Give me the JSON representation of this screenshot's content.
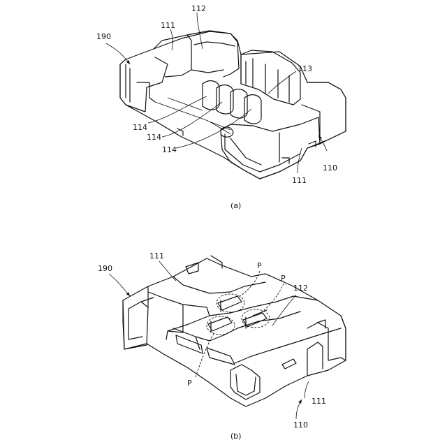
{
  "panels": [
    {
      "caption": "(a)",
      "labels": {
        "ref_190": "190",
        "ref_111_top": "111",
        "ref_112": "112",
        "ref_113": "113",
        "ref_114_a": "114",
        "ref_114_b": "114",
        "ref_114_c": "114",
        "ref_110": "110",
        "ref_111_bottom": "111"
      }
    },
    {
      "caption": "(b)",
      "labels": {
        "ref_190": "190",
        "ref_111_top": "111",
        "ref_p_top_a": "P",
        "ref_p_top_b": "P",
        "ref_112": "112",
        "ref_p_bottom": "P",
        "ref_111_bottom": "111",
        "ref_110": "110"
      }
    }
  ]
}
